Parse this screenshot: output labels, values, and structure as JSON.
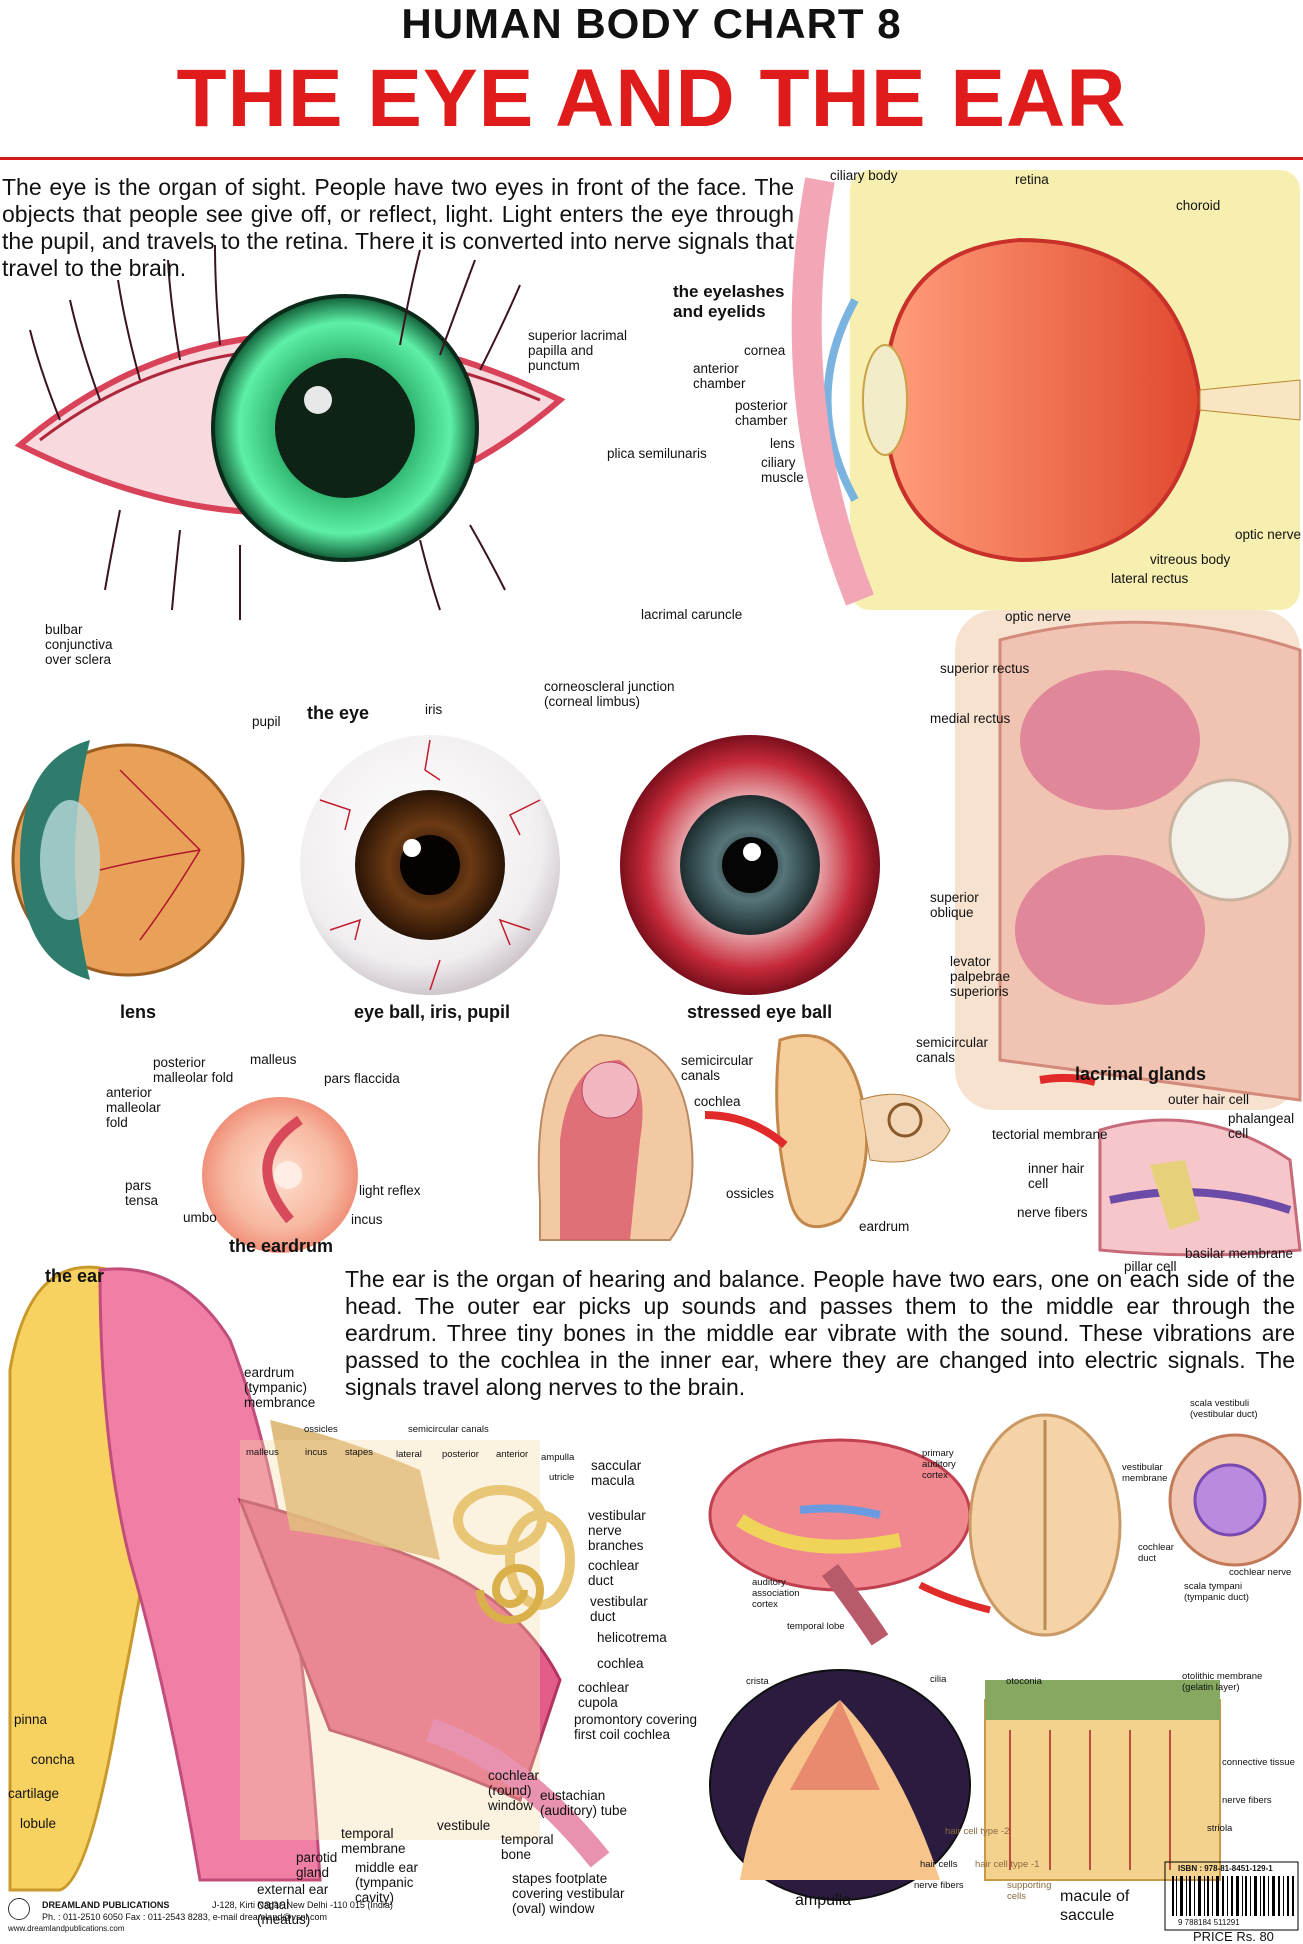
{
  "header": {
    "chart_number": "HUMAN BODY CHART 8",
    "title": "THE EYE AND THE EAR"
  },
  "eye_intro": "The eye is the organ of sight. People have two eyes in front of the face. The objects that people see give off, or reflect, light. Light enters the eye through the pupil, and travels to the retina. There it is converted into nerve signals that travel to the brain.",
  "ear_intro": "The ear is the organ of hearing and balance. People have two ears, one on each side of the head. The outer ear picks up sounds and passes them to the middle ear through the eardrum. Three tiny bones in the middle ear vibrate with the sound. These vibrations are passed to the cochlea in the inner ear, where they are changed into electric signals. The signals travel along nerves to the brain.",
  "captions": {
    "the_eye": "the eye",
    "the_eyelashes": "the eyelashes and eyelids",
    "lens": "lens",
    "eyeball": "eye ball, iris, pupil",
    "stressed": "stressed eye ball",
    "eardrum": "the eardrum",
    "lacrimal": "lacrimal glands",
    "the_ear": "the ear",
    "ampulla": "ampulla",
    "macule": "macule of saccule"
  },
  "eye_labels": {
    "superior_lacrimal": "superior lacrimal papilla and punctum",
    "plica": "plica semilunaris",
    "lacrimal_caruncle": "lacrimal caruncle",
    "bulbar": "bulbar conjunctiva over sclera",
    "pupil": "pupil",
    "iris": "iris",
    "corneoscleral": "corneoscleral junction (corneal limbus)"
  },
  "section_labels": {
    "ciliary_body": "ciliary body",
    "retina": "retina",
    "choroid": "choroid",
    "cornea": "cornea",
    "anterior_chamber": "anterior chamber",
    "posterior_chamber": "posterior chamber",
    "lens": "lens",
    "ciliary_muscle": "ciliary muscle",
    "optic_nerve": "optic nerve",
    "vitreous_body": "vitreous body",
    "lateral_rectus": "lateral rectus"
  },
  "orbit_labels": {
    "optic_nerve": "optic nerve",
    "superior_rectus": "superior rectus",
    "medial_rectus": "medial rectus",
    "superior_oblique": "superior oblique",
    "levator": "levator palpebrae superioris"
  },
  "eardrum_labels": {
    "posterior_malleolar": "posterior malleolar fold",
    "malleus": "malleus",
    "pars_flaccida": "pars flaccida",
    "anterior_malleolar": "anterior malleolar fold",
    "pars_tensa": "pars tensa",
    "umbo": "umbo",
    "light_reflex": "light reflex",
    "incus": "incus"
  },
  "head_labels": {
    "semicircular_canals": "semicircular canals",
    "cochlea": "cochlea",
    "semicircular_canals_2": "semicircular canals",
    "ossicles": "ossicles",
    "eardrum": "eardrum"
  },
  "organ_labels": {
    "outer_hair_cell": "outer hair cell",
    "phalangeal_cell": "phalangeal cell",
    "tectorial": "tectorial membrane",
    "inner_hair_cell": "inner hair cell",
    "nerve_fibers": "nerve fibers",
    "basilar": "basilar membrane",
    "pillar_cell": "pillar cell"
  },
  "ear_labels": {
    "eardrum_tympanic": "eardrum (tympanic) membrance",
    "ossicles": "ossicles",
    "semicircular": "semicircular canals",
    "malleus": "malleus",
    "incus": "incus",
    "stapes": "stapes",
    "lateral": "lateral",
    "posterior": "posterior",
    "anterior": "anterior",
    "ampulla": "ampulla",
    "utricle": "utricle",
    "saccular_macula": "saccular macula",
    "vestibular_nerve": "vestibular nerve branches",
    "cochlear_duct": "cochlear duct",
    "vestibular_duct": "vestibular duct",
    "helicotrema": "helicotrema",
    "cochlea": "cochlea",
    "cochlear_cupola": "cochlear cupola",
    "promontory": "promontory covering first coil cochlea",
    "pinna": "pinna",
    "concha": "concha",
    "cartilage": "cartilage",
    "lobule": "lobule",
    "cochlear_window": "cochlear (round) window",
    "eustachian": "eustachian (auditory) tube",
    "vestibule": "vestibule",
    "temporal_membrane": "temporal membrane",
    "temporal_bone": "temporal bone",
    "parotid": "parotid gland",
    "middle_ear": "middle ear (tympanic cavity)",
    "external_ear": "external ear canal (meatus)",
    "stapes_footplate": "stapes footplate covering vestibular (oval) window"
  },
  "brain_labels": {
    "primary_auditory": "primary auditory cortex",
    "auditory_association": "auditory association cortex",
    "temporal_lobe": "temporal lobe",
    "scala_vestibuli": "scala vestibuli (vestibular duct)",
    "vestibular_membrane": "vestibular membrane",
    "cochlear_duct": "cochlear duct",
    "cochlear_nerve": "cochlear nerve",
    "scala_tympani": "scala tympani (tympanic duct)"
  },
  "crista_labels": {
    "crista": "crista",
    "cilia": "cilia",
    "otoconia": "otoconia",
    "otolithic": "otolithic membrane (gelatin layer)",
    "connective": "connective tissue",
    "nerve_fibers": "nerve fibers",
    "striola": "striola",
    "hair_cell_2": "hair cell type -2",
    "hair_cell_1": "hair cell type -1",
    "hair_cells": "hair cells",
    "nerve_fibers_2": "nerve fibers",
    "supporting": "supporting cells"
  },
  "footer": {
    "publisher": "DREAMLAND PUBLICATIONS",
    "address": "J-128, Kirti Nagar, New Delhi -110 015 (India)",
    "phone": "Ph. : 011-2510 6050  Fax : 011-2543 8283, e-mail dreamland@vsnl.com",
    "web": "www.dreamlandpublications.com",
    "isbn": "ISBN : 978-81-8451-129-1",
    "barcode_digits": "9 788184 511291",
    "price": "PRICE Rs. 80"
  },
  "colors": {
    "title_red": "#e01b1b",
    "rule_red": "#d21a1a",
    "iris_green": "#3fd68a",
    "flesh_pink": "#f2a6b6",
    "bone_yellow": "#f4d36a"
  }
}
